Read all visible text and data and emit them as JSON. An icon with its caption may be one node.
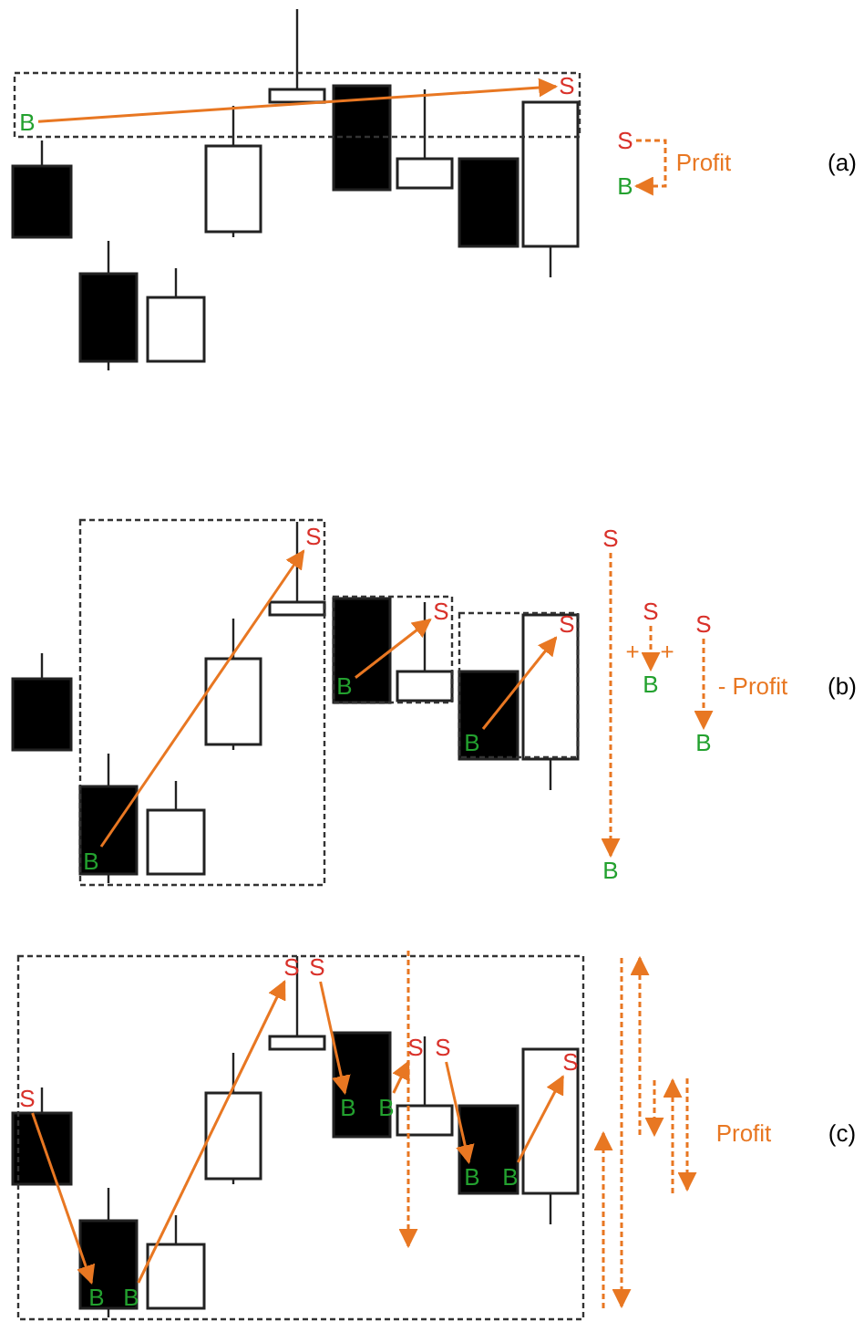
{
  "diagram": {
    "nodes": [
      {
        "text": [
          "B"
        ]
      },
      {
        "text": [
          "S"
        ]
      },
      {
        "text": [
          "S"
        ]
      },
      {
        "text": [
          "B"
        ]
      },
      {
        "text": [
          "S"
        ]
      },
      {
        "text": [
          "S"
        ]
      },
      {
        "text": [
          "S"
        ]
      },
      {
        "text": [
          "S"
        ]
      },
      {
        "text": [
          "S"
        ]
      },
      {
        "text": [
          "S"
        ]
      },
      {
        "text": [
          "B"
        ]
      },
      {
        "text": [
          "B"
        ]
      },
      {
        "text": [
          "B"
        ]
      },
      {
        "text": [
          "B"
        ]
      },
      {
        "text": [
          "B"
        ]
      },
      {
        "text": [
          "B"
        ]
      },
      {
        "text": [
          "S"
        ]
      },
      {
        "text": [
          "S"
        ]
      },
      {
        "text": [
          "S"
        ]
      },
      {
        "text": [
          "S"
        ]
      },
      {
        "text": [
          "S"
        ]
      },
      {
        "text": [
          "S"
        ]
      },
      {
        "text": [
          "B"
        ]
      },
      {
        "text": [
          "B"
        ]
      },
      {
        "text": [
          "B"
        ]
      },
      {
        "text": [
          "B"
        ]
      },
      {
        "text": [
          "B"
        ]
      },
      {
        "text": [
          "B"
        ]
      }
    ],
    "edges": [
      {
        "from": 0,
        "to": 1,
        "arrow": "to"
      },
      {
        "from": 2,
        "to": 3,
        "arrow": "to",
        "style": "dashed"
      },
      {
        "from": 14,
        "to": 4,
        "arrow": "to"
      },
      {
        "from": 10,
        "to": 6,
        "arrow": "to"
      },
      {
        "from": 12,
        "to": 8,
        "arrow": "to"
      },
      {
        "from": 5,
        "to": 15,
        "arrow": "to",
        "style": "dashed"
      },
      {
        "from": 7,
        "to": 11,
        "arrow": "to",
        "style": "dashed"
      },
      {
        "from": 9,
        "to": 13,
        "arrow": "to",
        "style": "dashed"
      },
      {
        "from": 21,
        "to": 26,
        "arrow": "to"
      },
      {
        "from": 27,
        "to": 16,
        "arrow": "to"
      },
      {
        "from": 17,
        "to": 22,
        "arrow": "to"
      },
      {
        "from": 23,
        "to": 18,
        "arrow": "to"
      },
      {
        "from": 19,
        "to": 24,
        "arrow": "to"
      },
      {
        "from": 25,
        "to": 20,
        "arrow": "to"
      }
    ],
    "labels": [
      "Profit",
      "(a)",
      "+",
      "+",
      "- Profit",
      "(b)",
      "Profit",
      "(c)"
    ]
  }
}
